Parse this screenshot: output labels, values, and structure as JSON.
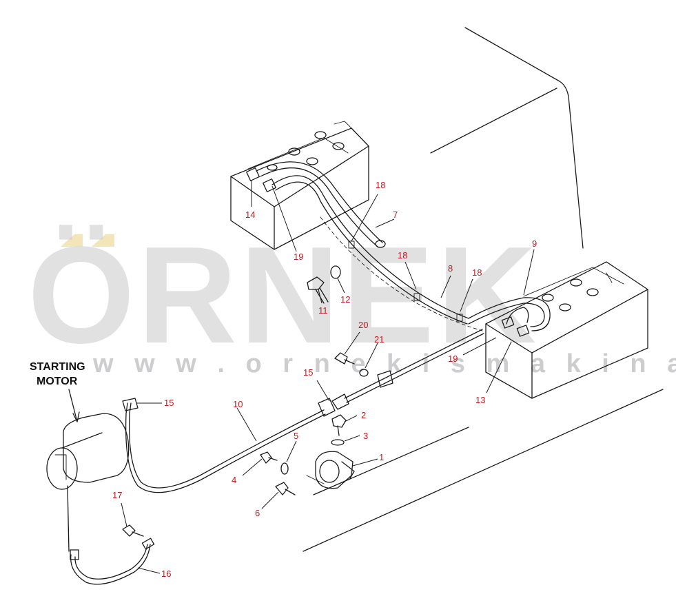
{
  "watermark": {
    "brand": "ÖRNEK",
    "url": "w w w . o r n e k i s m a k i n a l a r i . c o m . t r"
  },
  "caption": {
    "line1": "STARTING",
    "line2": "MOTOR"
  },
  "colors": {
    "label": "#c8161d",
    "line": "#1a1a1a",
    "watermark": "#c9c9cc",
    "accent": "#f2e6b8"
  },
  "part_labels": {
    "p1": "1",
    "p2": "2",
    "p3": "3",
    "p4": "4",
    "p5": "5",
    "p6": "6",
    "p7": "7",
    "p8": "8",
    "p9": "9",
    "p10": "10",
    "p11": "11",
    "p12": "12",
    "p13": "13",
    "p14": "14",
    "p15a": "15",
    "p15b": "15",
    "p16": "16",
    "p17": "17",
    "p18a": "18",
    "p18b": "18",
    "p18c": "18",
    "p19a": "19",
    "p19b": "19",
    "p20": "20",
    "p21": "21"
  }
}
